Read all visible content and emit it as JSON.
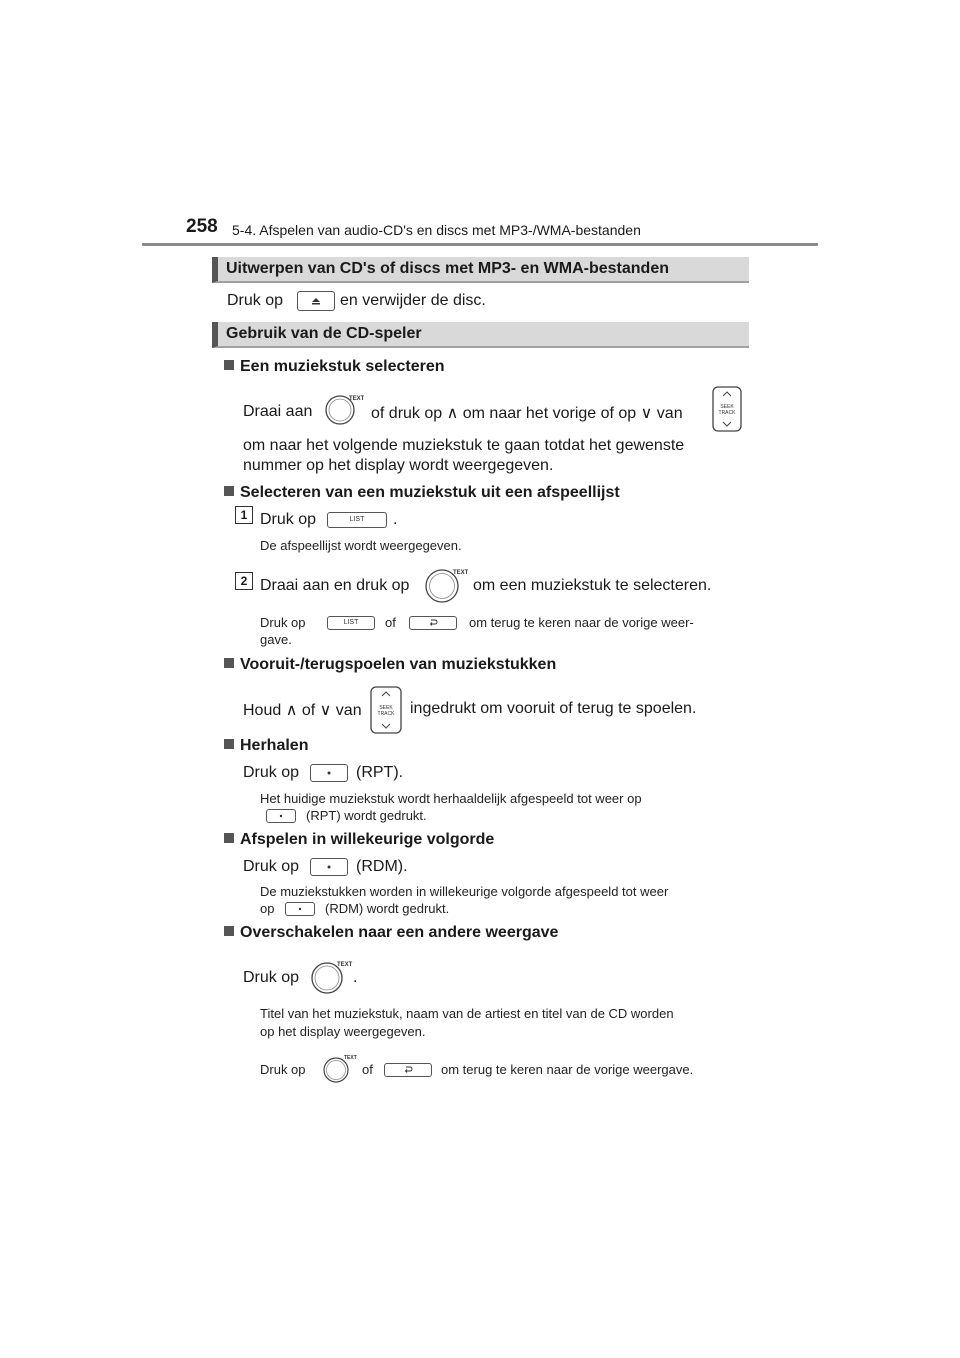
{
  "header": {
    "page_number": "258",
    "running_title": "5-4. Afspelen van audio-CD's en discs met MP3-/WMA-bestanden"
  },
  "sections": {
    "eject_title": "Uitwerpen van CD's of discs met MP3- en WMA-bestanden",
    "eject_before": "Druk op",
    "eject_after": "en verwijder de disc.",
    "player_title": "Gebruik van de CD-speler"
  },
  "select": {
    "heading": "Een muziekstuk selecteren",
    "line1_a": "Draai aan",
    "line1_b": "of druk op ∧ om naar het vorige of op ∨ van",
    "line2": "om naar het volgende muziekstuk te gaan totdat het gewenste",
    "line3": "nummer op het display wordt weergegeven."
  },
  "playlist": {
    "heading": "Selecteren van een muziekstuk uit een afspeellijst",
    "step1_num": "1",
    "step1_a": "Druk op",
    "step1_b": ".",
    "step1_note": "De afspeellijst wordt weergegeven.",
    "step2_num": "2",
    "step2_a": "Draai aan en druk op",
    "step2_b": "om een muziekstuk te selecteren.",
    "note_a": "Druk op",
    "note_b": "of",
    "note_c": "om terug te keren naar de vorige weer-",
    "note_d": "gave."
  },
  "seek": {
    "heading": "Vooruit-/terugspoelen van muziekstukken",
    "line_a": "Houd ∧ of ∨ van",
    "line_b": "ingedrukt om vooruit of terug te spoelen."
  },
  "repeat": {
    "heading": "Herhalen",
    "line_a": "Druk op",
    "line_b": "(RPT).",
    "note_a": "Het huidige muziekstuk wordt herhaaldelijk afgespeeld tot weer op",
    "note_b": "(RPT) wordt gedrukt."
  },
  "random": {
    "heading": "Afspelen in willekeurige volgorde",
    "line_a": "Druk op",
    "line_b": "(RDM).",
    "note_a": "De muziekstukken worden in willekeurige volgorde afgespeeld tot weer",
    "note_b": "op",
    "note_c": "(RDM) wordt gedrukt."
  },
  "display": {
    "heading": "Overschakelen naar een andere weergave",
    "line_a": "Druk op",
    "line_b": ".",
    "note1": "Titel van het muziekstuk, naam van de artiest en titel van de CD worden",
    "note2": "op het display weergegeven.",
    "note3_a": "Druk op",
    "note3_b": "of",
    "note3_c": "om terug te keren naar de vorige weergave."
  },
  "buttons": {
    "list_label": "LIST",
    "knob_label": "TEXT",
    "seek_top": "SEEK",
    "seek_bottom": "TRACK"
  }
}
